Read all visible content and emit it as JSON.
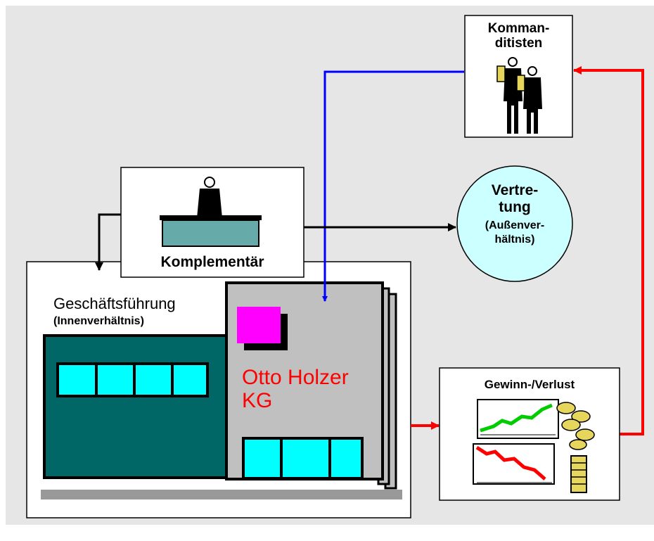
{
  "diagram": {
    "kommanditisten": {
      "line1": "Komman-",
      "line2": "ditisten"
    },
    "komplementaer": {
      "label": "Komplementär"
    },
    "vertretung": {
      "line1": "Vertre-",
      "line2": "tung",
      "line3": "(Außenver-",
      "line4": "hältnis)"
    },
    "geschaeftsfuehrung": {
      "title": "Geschäftsführung",
      "subtitle": "(Innenverhältnis)"
    },
    "company": {
      "line1": "Otto Holzer",
      "line2": "KG"
    },
    "gewinn_verlust": {
      "label": "Gewinn-/Verlust"
    }
  },
  "colors": {
    "background": "#e6e6e6",
    "building_dark": "#006666",
    "building_gray": "#c0c0c0",
    "window": "#00ffff",
    "logo": "#ff00ff",
    "company_text": "#ff0000",
    "vertretung_circle": "#ccffff",
    "desk": "#66aaaa",
    "arrow_blue": "#0000ff",
    "arrow_red": "#ff0000",
    "arrow_black": "#000000",
    "chart_up": "#00cc00",
    "chart_down": "#ff0000",
    "coins": "#e6d65c"
  },
  "icons": {
    "investors": "business-people-icon",
    "manager": "person-at-desk-icon",
    "profit_loss": "profit-loss-charts-coins-icon"
  }
}
